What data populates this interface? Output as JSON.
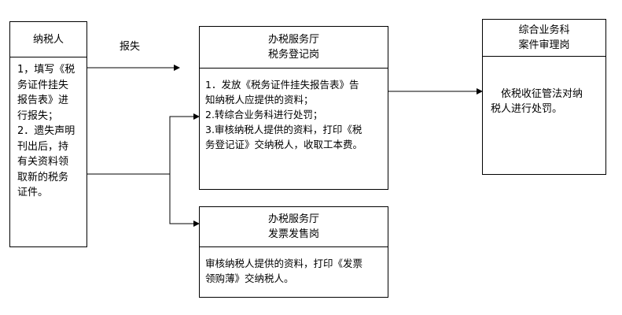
{
  "taxpayer": {
    "title": "纳税人",
    "lines": [
      "1，填写《税",
      "务证件挂失",
      "报告表》进",
      "行报失；",
      "2．遗失声明",
      "刊出后，持",
      "有关资料领",
      "取新的税务",
      "证件。"
    ]
  },
  "edge_label": "报失",
  "registration": {
    "title_1": "办税服务厅",
    "title_2": "税务登记岗",
    "lines": [
      "1．发放《税务证件挂失报告表》告",
      "知纳税人应提供的资料；",
      "2.转综合业务科进行处罚；",
      "3.审核纳税人提供的资料，打印《税",
      "务登记证》交纳税人，收取工本费。"
    ]
  },
  "invoice": {
    "title_1": "办税服务厅",
    "title_2": "发票发售岗",
    "lines": [
      "审核纳税人提供的资料，打印《发票",
      "领购薄》交纳税人。"
    ]
  },
  "general": {
    "title_1": "综合业务科",
    "title_2": "案件审理岗",
    "lines": [
      "依税收征管法对纳",
      "税人进行处罚。"
    ]
  }
}
